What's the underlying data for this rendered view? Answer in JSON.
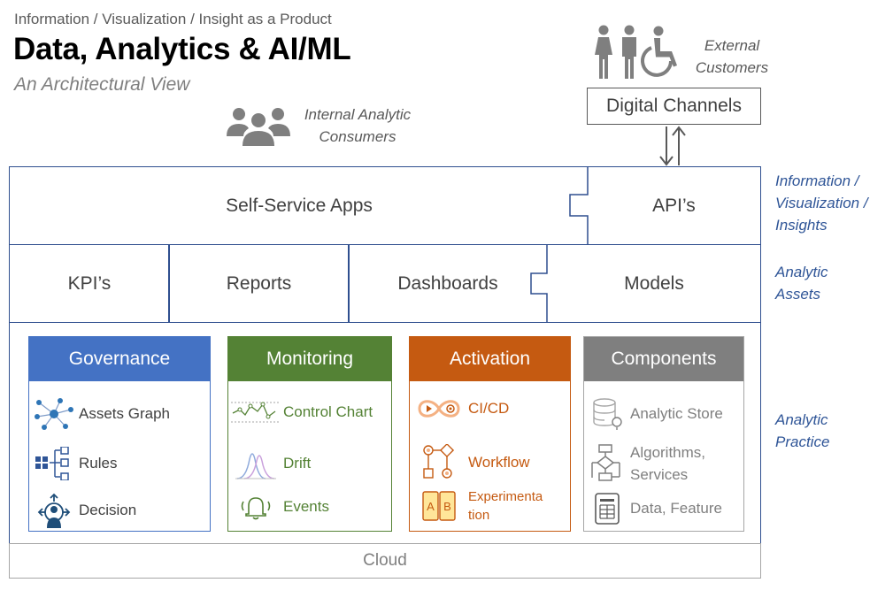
{
  "header": {
    "supertitle": "Information / Visualization / Insight as a Product",
    "title": "Data, Analytics & AI/ML",
    "subtitle": "An Architectural View"
  },
  "external_customers": {
    "line1": "External",
    "line2": "Customers",
    "icon": "people-accessibility-icon"
  },
  "internal_consumers": {
    "line1": "Internal Analytic",
    "line2": "Consumers",
    "icon": "group-icon"
  },
  "digital_channels": "Digital Channels",
  "info_layer": {
    "self_service": "Self-Service Apps",
    "apis": "API’s"
  },
  "assets_layer": {
    "kpis": "KPI’s",
    "reports": "Reports",
    "dashboards": "Dashboards",
    "models": "Models"
  },
  "side_labels": {
    "info": [
      "Information /",
      "Visualization /",
      "Insights"
    ],
    "assets": [
      "Analytic",
      "Assets"
    ],
    "practice": [
      "Analytic",
      "Practice"
    ]
  },
  "practice": {
    "governance": {
      "title": "Governance",
      "color": "#4472c4",
      "text_color": "#404040",
      "items": [
        "Assets Graph",
        "Rules",
        "Decision"
      ]
    },
    "monitoring": {
      "title": "Monitoring",
      "color": "#548235",
      "text_color": "#548235",
      "items": [
        "Control Chart",
        "Drift",
        "Events"
      ]
    },
    "activation": {
      "title": "Activation",
      "color": "#c55a11",
      "text_color": "#c55a11",
      "items": [
        "CI/CD",
        "Workflow",
        "Experimenta",
        "tion"
      ]
    },
    "components": {
      "title": "Components",
      "color": "#7f7f7f",
      "text_color": "#7f7f7f",
      "items": [
        "Analytic Store",
        "Algorithms,",
        "Services",
        "Data, Feature"
      ]
    }
  },
  "cloud": "Cloud"
}
